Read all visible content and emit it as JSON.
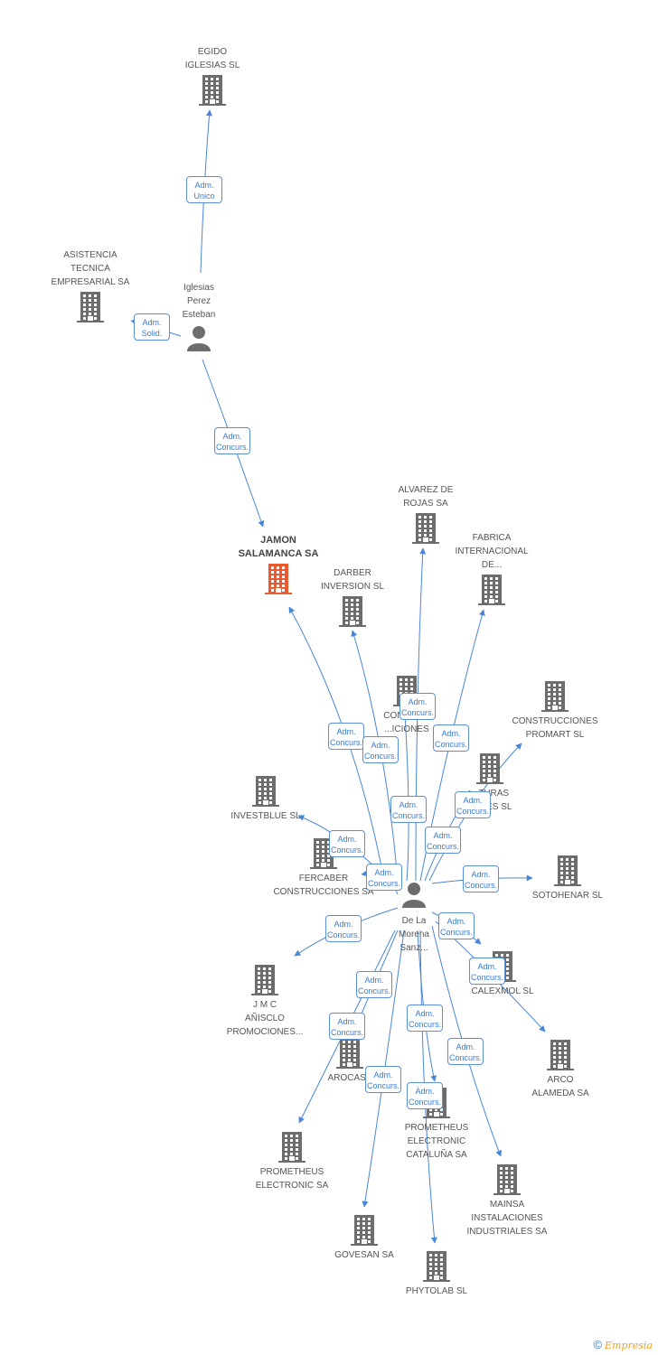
{
  "colors": {
    "edge": "#4a86d8",
    "building": "#6d6d6d",
    "main_building": "#ee5a2f",
    "person": "#6d6d6d"
  },
  "nodes": [
    {
      "id": "egido",
      "label": "EGIDO\nIGLESIAS SL",
      "kind": "company"
    },
    {
      "id": "asistencia",
      "label": "ASISTENCIA\nTECNICA\nEMPRESARIAL SA",
      "kind": "company"
    },
    {
      "id": "iglesias",
      "label": "Iglesias\nPerez\nEsteban",
      "kind": "person"
    },
    {
      "id": "jamon",
      "label": "JAMON\nSALAMANCA SA",
      "kind": "main"
    },
    {
      "id": "alvarez",
      "label": "ALVAREZ DE\nROJAS SA",
      "kind": "company"
    },
    {
      "id": "fabrica",
      "label": "FABRICA\nINTERNACIONAL\nDE...",
      "kind": "company"
    },
    {
      "id": "darber",
      "label": "DARBER\nINVERSION SL",
      "kind": "company"
    },
    {
      "id": "construcciones_y",
      "label": "CONST... Y\n...ICIONES",
      "kind": "company"
    },
    {
      "id": "promart",
      "label": "CONSTRUCCIONES\nPROMART SL",
      "kind": "company"
    },
    {
      "id": "turas",
      "label": "...TURAS\n...ALES SL",
      "kind": "company"
    },
    {
      "id": "investblue",
      "label": "INVESTBLUE SL",
      "kind": "company"
    },
    {
      "id": "fercaber",
      "label": "FERCABER\nCONSTRUCCIONES SA",
      "kind": "company"
    },
    {
      "id": "delamorena",
      "label": "De La\nMorena\nSanz...",
      "kind": "person"
    },
    {
      "id": "sotohenar",
      "label": "SOTOHENAR SL",
      "kind": "company"
    },
    {
      "id": "calexmol",
      "label": "CALEXMOL SL",
      "kind": "company"
    },
    {
      "id": "jmc",
      "label": "J M C\nAÑISCLO\nPROMOCIONES...",
      "kind": "company"
    },
    {
      "id": "arocasa",
      "label": "AROCASA",
      "kind": "company"
    },
    {
      "id": "arco",
      "label": "ARCO\nALAMEDA SA",
      "kind": "company"
    },
    {
      "id": "prometheus_cat",
      "label": "PROMETHEUS\nELECTRONIC\nCATALUÑA SA",
      "kind": "company"
    },
    {
      "id": "prometheus",
      "label": "PROMETHEUS\nELECTRONIC SA",
      "kind": "company"
    },
    {
      "id": "mainsa",
      "label": "MAINSA\nINSTALACIONES\nINDUSTRIALES SA",
      "kind": "company"
    },
    {
      "id": "govesan",
      "label": "GOVESAN SA",
      "kind": "company"
    },
    {
      "id": "phytolab",
      "label": "PHYTOLAB SL",
      "kind": "company"
    }
  ],
  "edges": [
    {
      "from": "iglesias",
      "to": "egido",
      "label": "Adm.\nUnico"
    },
    {
      "from": "iglesias",
      "to": "asistencia",
      "label": "Adm.\nSolid."
    },
    {
      "from": "iglesias",
      "to": "jamon",
      "label": "Adm.\nConcurs."
    },
    {
      "from": "delamorena",
      "to": "jamon",
      "label": "Adm.\nConcurs."
    },
    {
      "from": "delamorena",
      "to": "darber",
      "label": "Adm.\nConcurs."
    },
    {
      "from": "delamorena",
      "to": "alvarez",
      "label": "Adm.\nConcurs."
    },
    {
      "from": "delamorena",
      "to": "fabrica",
      "label": "Adm.\nConcurs."
    },
    {
      "from": "delamorena",
      "to": "construcciones_y",
      "label": "Adm.\nConcurs."
    },
    {
      "from": "delamorena",
      "to": "promart",
      "label": "Adm.\nConcurs."
    },
    {
      "from": "delamorena",
      "to": "turas",
      "label": "Adm.\nConcurs."
    },
    {
      "from": "delamorena",
      "to": "investblue",
      "label": "Adm.\nConcurs."
    },
    {
      "from": "delamorena",
      "to": "fercaber",
      "label": "Adm.\nConcurs."
    },
    {
      "from": "delamorena",
      "to": "sotohenar",
      "label": "Adm.\nConcurs."
    },
    {
      "from": "delamorena",
      "to": "calexmol",
      "label": "Adm.\nConcurs."
    },
    {
      "from": "delamorena",
      "to": "arco",
      "label": "Adm.\nConcurs."
    },
    {
      "from": "delamorena",
      "to": "jmc",
      "label": "Adm.\nConcurs."
    },
    {
      "from": "delamorena",
      "to": "arocasa",
      "label": "Adm.\nConcurs."
    },
    {
      "from": "delamorena",
      "to": "prometheus",
      "label": "Adm.\nConcurs."
    },
    {
      "from": "delamorena",
      "to": "prometheus_cat",
      "label": "Adm.\nConcurs."
    },
    {
      "from": "delamorena",
      "to": "mainsa",
      "label": "Adm.\nConcurs."
    },
    {
      "from": "delamorena",
      "to": "govesan",
      "label": "Adm.\nConcurs."
    },
    {
      "from": "delamorena",
      "to": "phytolab",
      "label": "Adm.\nConcurs."
    }
  ],
  "footer": {
    "copyright": "©",
    "brand": "Empresia"
  }
}
